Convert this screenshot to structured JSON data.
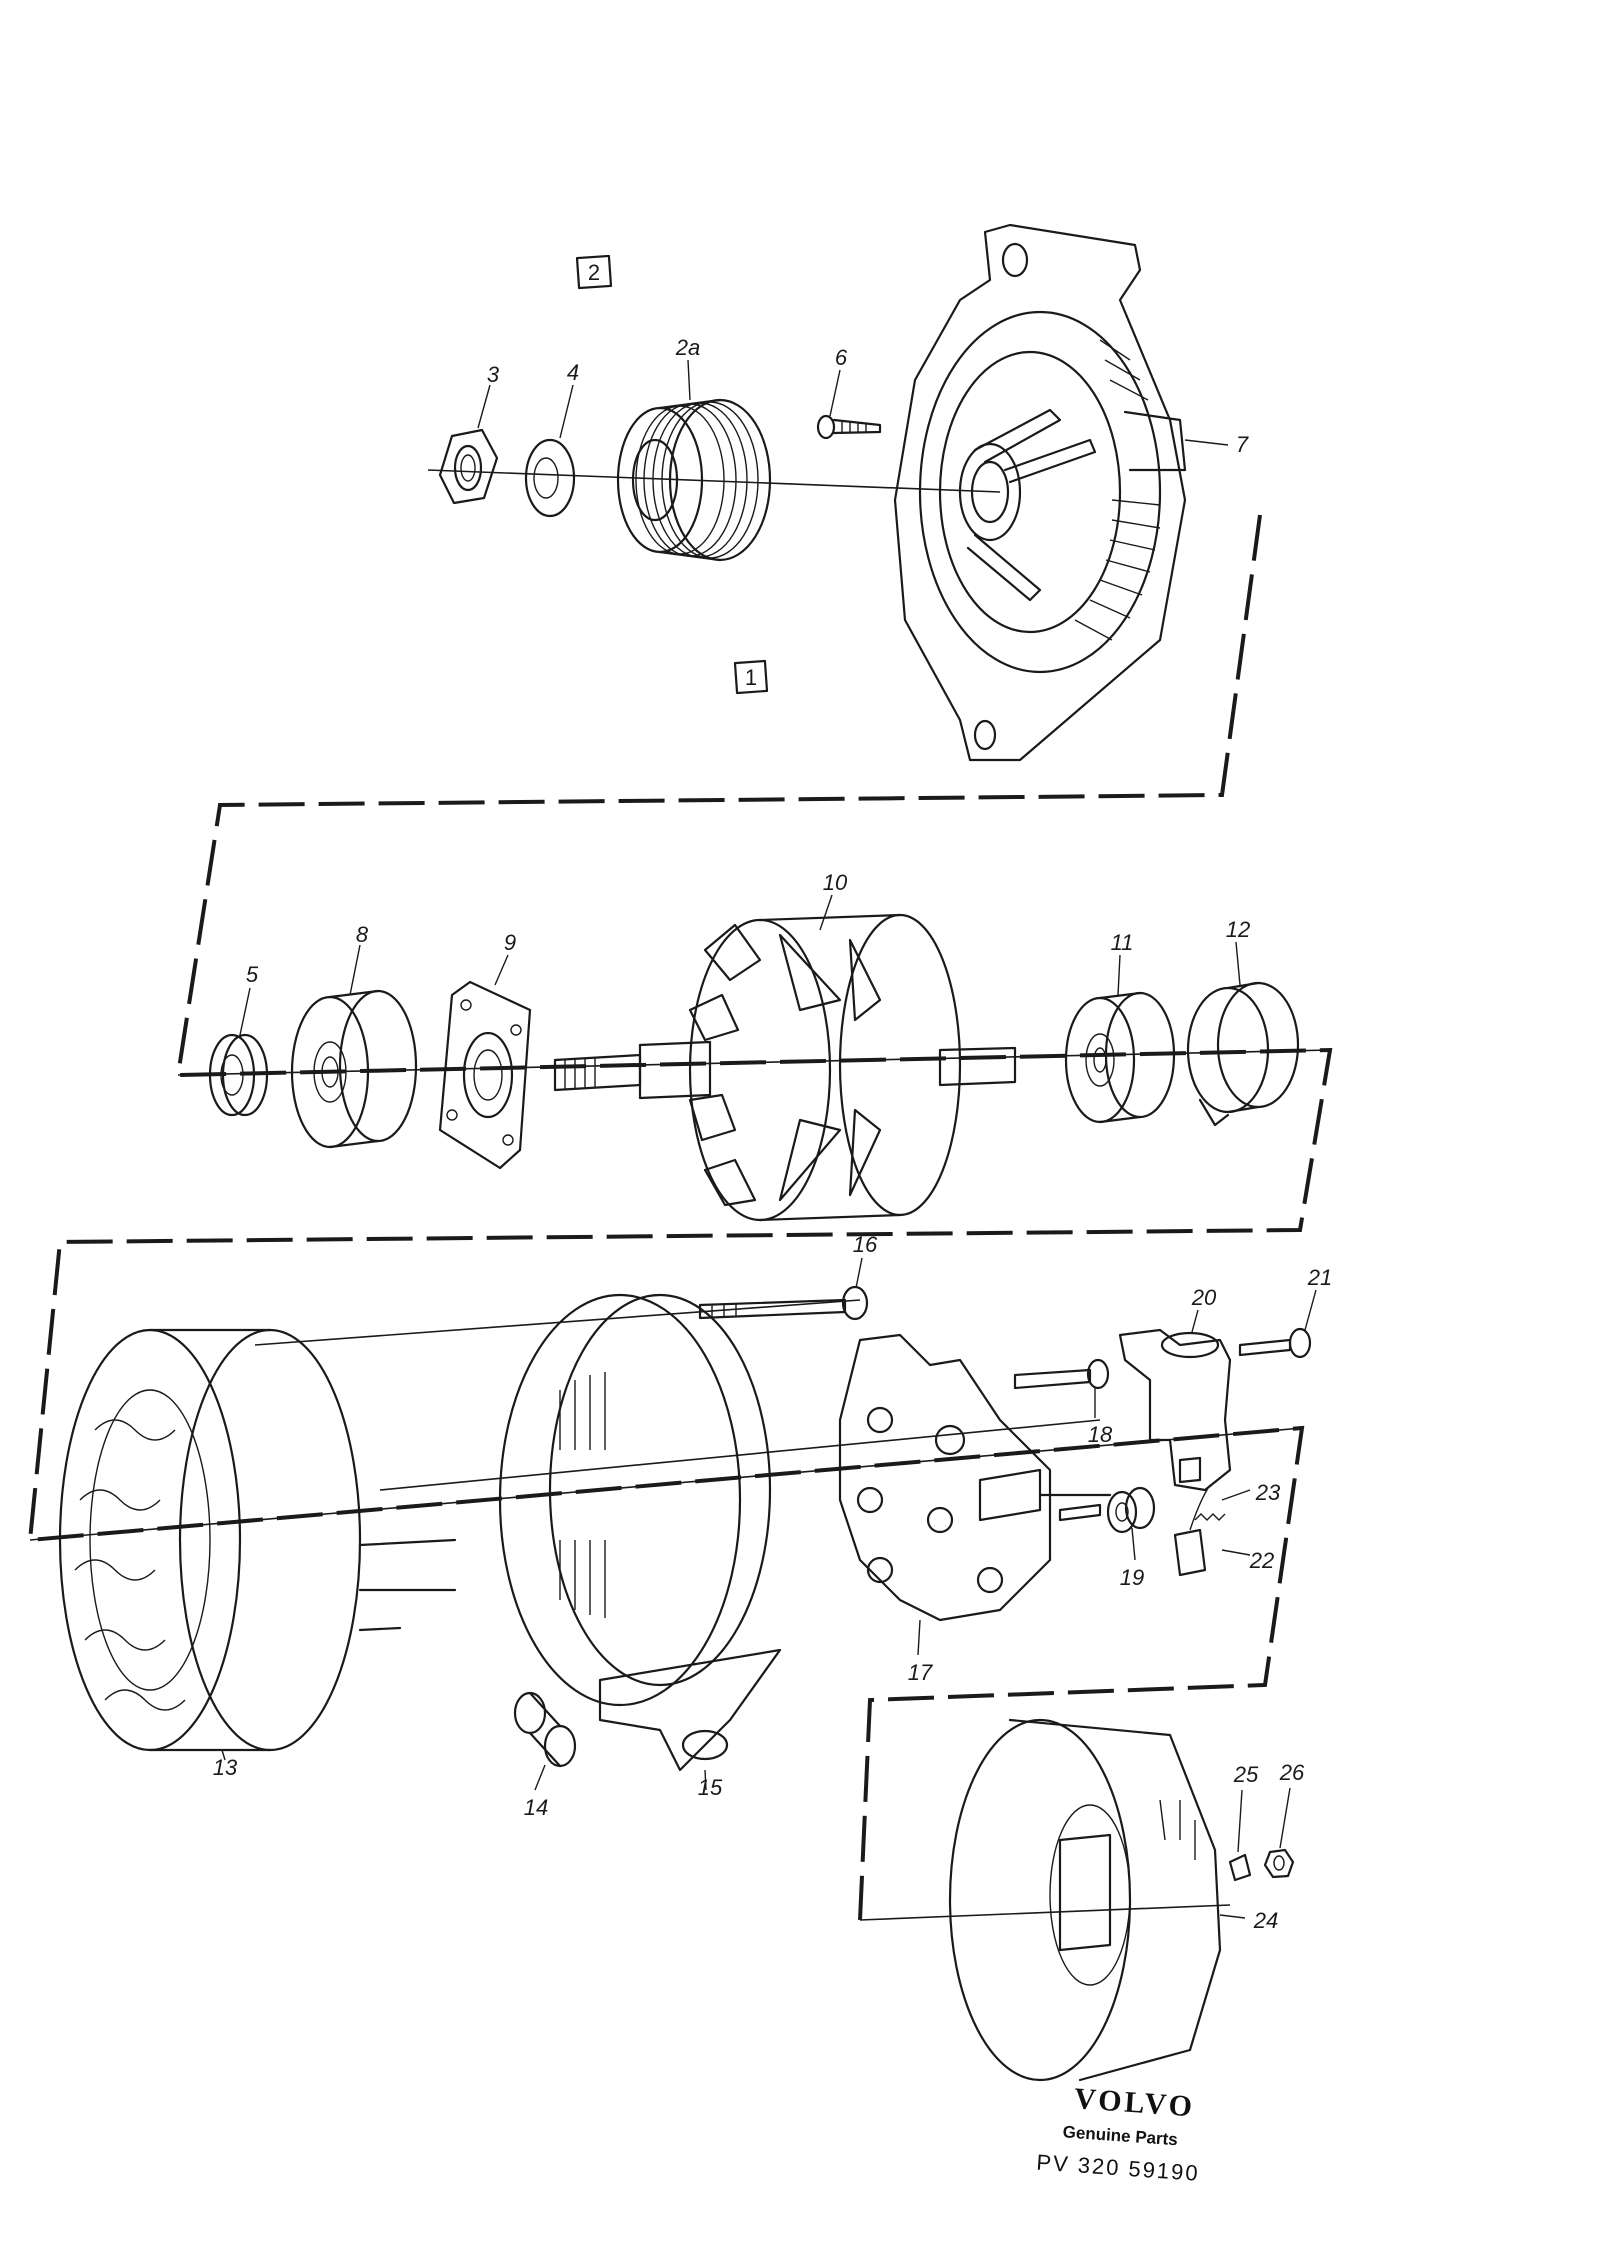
{
  "assemblies": [
    {
      "label": "2"
    },
    {
      "label": "1"
    }
  ],
  "callouts": [
    "2a",
    "3",
    "4",
    "5",
    "6",
    "7",
    "8",
    "9",
    "10",
    "11",
    "12",
    "13",
    "14",
    "15",
    "16",
    "17",
    "18",
    "19",
    "20",
    "21",
    "22",
    "23",
    "24",
    "25",
    "26"
  ],
  "brand": {
    "logo": "VOLVO",
    "tagline": "Genuine Parts",
    "code": "PV 320 59190"
  }
}
